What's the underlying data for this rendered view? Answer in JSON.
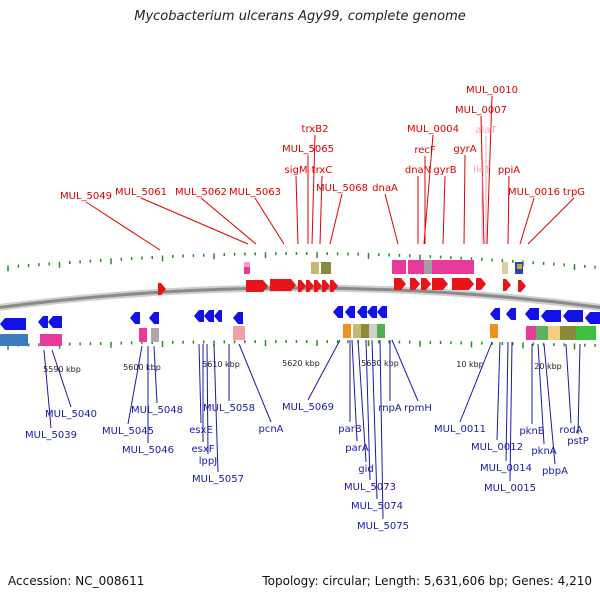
{
  "title": "Mycobacterium ulcerans Agy99, complete genome",
  "accession": "Accession: NC_008611",
  "summary": "Topology: circular; Length: 5,631,606 bp; Genes: 4,210",
  "colors": {
    "top_label": "#e00000",
    "top_label_faded": "#f4a7c4",
    "bottom_label": "#1a1aa8",
    "backbone": "#8a8a8a",
    "tick": "#2a8a2a"
  },
  "ruler_labels": [
    "5590 kbp",
    "5600 kbp",
    "5610 kbp",
    "5620 kbp",
    "5630 kbp",
    "10 kbp",
    "20 kbp"
  ],
  "top_labels": [
    "MUL_0010",
    "MUL_0007",
    "alaT",
    "trxB2",
    "MUL_0004",
    "MUL_5065",
    "recF",
    "gyrA",
    "sigM",
    "trxC",
    "dnaN",
    "gyrB",
    "ileT",
    "ppiA",
    "MUL_5049",
    "MUL_5061",
    "MUL_5062",
    "MUL_5063",
    "MUL_5068",
    "dnaA",
    "MUL_0016",
    "trpG"
  ],
  "bottom_labels": [
    "MUL_5040",
    "MUL_5039",
    "MUL_5048",
    "MUL_5045",
    "MUL_5046",
    "MUL_5058",
    "esxE",
    "esxF",
    "lppJ",
    "MUL_5057",
    "pcnA",
    "MUL_5069",
    "parB",
    "parA",
    "gid",
    "MUL_5073",
    "MUL_5074",
    "MUL_5075",
    "rnpA",
    "rpmH",
    "MUL_0011",
    "MUL_0012",
    "MUL_0014",
    "MUL_0015",
    "pknB",
    "pknA",
    "pbpA",
    "rodA",
    "pstP"
  ]
}
